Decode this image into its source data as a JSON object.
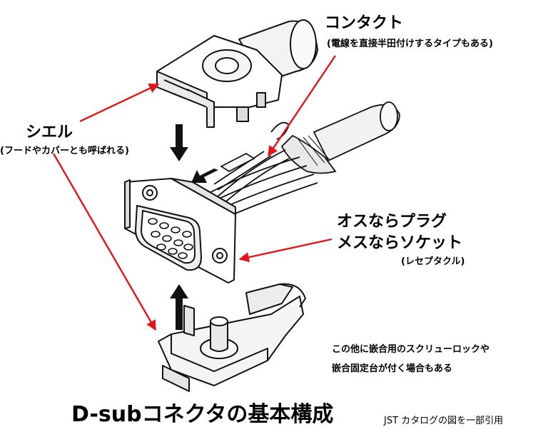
{
  "labels": {
    "contact": "コンタクト",
    "contact_note": "(電線を直接半田付けするタイプもある)",
    "shell": "シエル",
    "shell_note": "(フードやカバーとも呼ばれる)",
    "plug": "オスならプラグ",
    "socket": "メスならソケット",
    "socket_note": "(レセプタクル)",
    "extra_line1": "この他に嵌合用のスクリューロックや",
    "extra_line2": "嵌合固定台が付く場合もある"
  },
  "title": "D-subコネクタの基本構成",
  "credit": "JST カタログの図を一部引用",
  "colors": {
    "arrow": "#e0161b",
    "ink": "#111111"
  }
}
